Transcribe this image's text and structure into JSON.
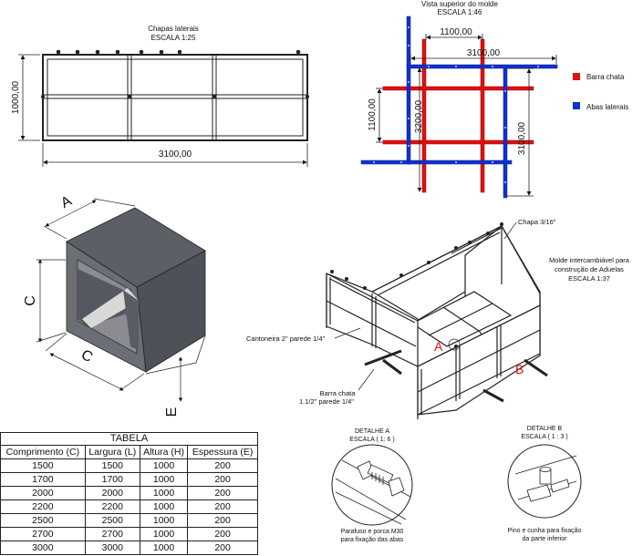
{
  "lateral": {
    "title": "Chapas laterais",
    "scale": "ESCALA 1:25",
    "dim_width": "3100,00",
    "dim_height": "1000,00"
  },
  "top_view": {
    "title": "Vista superior do molde",
    "scale": "ESCALA 1:46",
    "dim_a": "1100,00",
    "dim_b": "3100,00",
    "dim_c": "1100,00",
    "dim_d": "3200,00",
    "dim_e": "3100,00"
  },
  "legend": {
    "items": [
      {
        "label": "Barra chata",
        "color": "#e01010"
      },
      {
        "label": "Abas laterais",
        "color": "#1030d0"
      }
    ]
  },
  "cube": {
    "label_a": "A",
    "label_c_left": "C",
    "label_c_bottom": "C",
    "label_e": "E"
  },
  "mold": {
    "title_line1": "Molde intercambiável para",
    "title_line2": "construção de Aduelas",
    "scale": "ESCALA 1:37",
    "chapa_label": "Chapa 3/16\"",
    "cantoneira_label": "Cantoneira 2\" parede 1/4\"",
    "barra_line1": "Barra chata",
    "barra_line2": "1.1/2\" parede 1/4\"",
    "marker_a": "A",
    "marker_b": "B"
  },
  "detail_a": {
    "title": "DETALHE A",
    "scale": "ESCALA ( 1: 6 )",
    "caption_line1": "Parafuso e porca M30",
    "caption_line2": "para fixação das abas"
  },
  "detail_b": {
    "title": "DETALHE B",
    "scale": "ESCALA ( 1 : 3 )",
    "caption_line1": "Pino e cunha para fixação",
    "caption_line2": "da parte inferior"
  },
  "table": {
    "title": "TABELA",
    "headers": [
      "Comprimento (C)",
      "Largura (L)",
      "Altura (H)",
      "Espessura (E)"
    ],
    "rows": [
      [
        "1500",
        "1500",
        "1000",
        "200"
      ],
      [
        "1700",
        "1700",
        "1000",
        "200"
      ],
      [
        "2000",
        "2000",
        "1000",
        "200"
      ],
      [
        "2200",
        "2200",
        "1000",
        "200"
      ],
      [
        "2500",
        "2500",
        "1000",
        "200"
      ],
      [
        "2700",
        "2700",
        "1000",
        "200"
      ],
      [
        "3000",
        "3000",
        "1000",
        "200"
      ]
    ]
  }
}
